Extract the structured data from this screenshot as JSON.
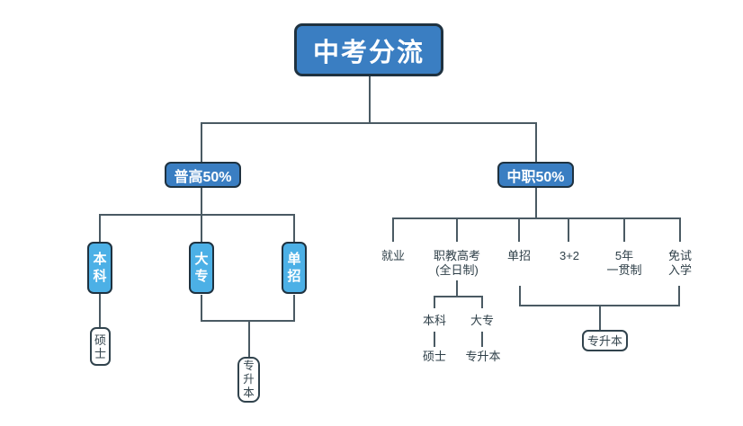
{
  "diagram": {
    "title": "中考分流",
    "type": "tree-flowchart",
    "colors": {
      "primary_node_blue": "#3a7ec2",
      "light_node_blue": "#4cb0e6",
      "node_border_dark": "#1f3240",
      "connector_line": "#4a5a63",
      "label_text": "#2e3f48",
      "node_text_light": "#ffffff",
      "background": "#ffffff"
    },
    "nodes": {
      "root": "中考分流",
      "putong": "普高50%",
      "zhongzhi": "中职50%",
      "pt_benke": "本科",
      "pt_dazhuan": "大专",
      "pt_danzhao": "单招",
      "pt_shuoshi": "硕士",
      "pt_zhuanshengben": "专升本",
      "zz_jiuye": "就业",
      "zz_zhijiao_gaokao": "职教高考\n(全日制)",
      "zz_danzhao": "单招",
      "zz_3_2": "3+2",
      "zz_wunian": "5年\n一贯制",
      "zz_mianshi": "免试\n入学",
      "zz_benke": "本科",
      "zz_dazhuan": "大专",
      "zz_shuoshi": "硕士",
      "zz_zhuanshengben_text": "专升本",
      "zz_zhuanshengben_box": "专升本"
    },
    "edges": [
      [
        "中考分流",
        "普高50%"
      ],
      [
        "中考分流",
        "中职50%"
      ],
      [
        "普高50%",
        "本科"
      ],
      [
        "普高50%",
        "大专"
      ],
      [
        "普高50%",
        "单招"
      ],
      [
        "本科(普高)",
        "硕士"
      ],
      [
        "大专(普高)+单招(普高)",
        "专升本"
      ],
      [
        "中职50%",
        "就业"
      ],
      [
        "中职50%",
        "职教高考(全日制)"
      ],
      [
        "中职50%",
        "单招"
      ],
      [
        "中职50%",
        "3+2"
      ],
      [
        "中职50%",
        "5年一贯制"
      ],
      [
        "中职50%",
        "免试入学"
      ],
      [
        "职教高考(全日制)",
        "本科"
      ],
      [
        "职教高考(全日制)",
        "大专"
      ],
      [
        "本科(职教)",
        "硕士"
      ],
      [
        "大专(职教)",
        "专升本"
      ],
      [
        "单招(中职)~免试入学",
        "专升本"
      ]
    ]
  }
}
